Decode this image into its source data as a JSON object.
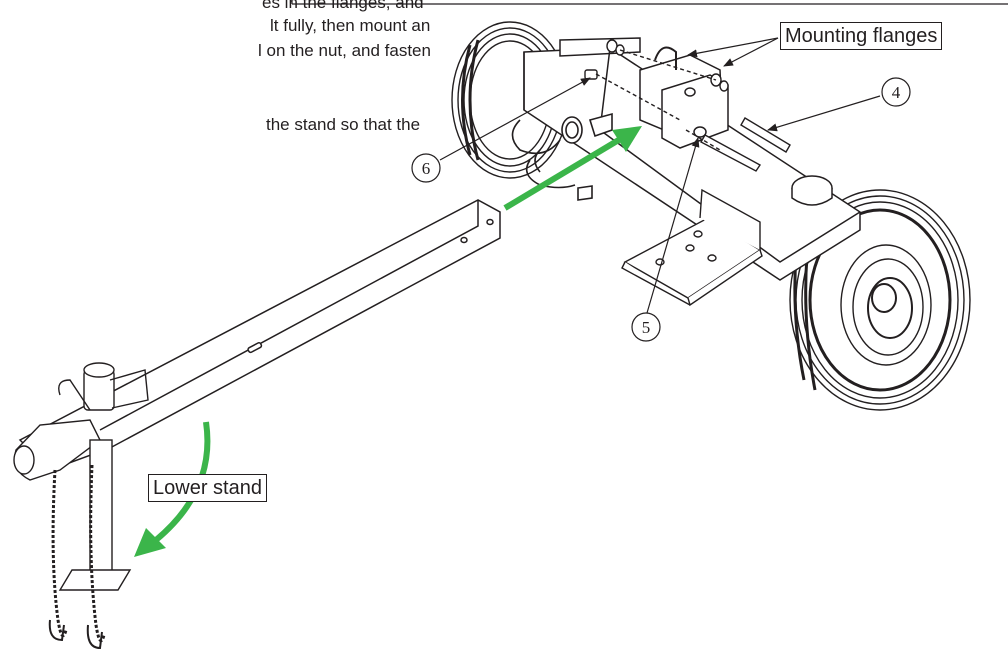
{
  "instructions": {
    "line1": "es in the flanges, and",
    "line2": "lt fully, then mount an",
    "line3": "l on the nut, and fasten",
    "line4": "the stand so that the"
  },
  "callouts": {
    "mounting_flanges": "Mounting flanges",
    "lower_stand": "Lower stand"
  },
  "part_numbers": {
    "bolt": "4",
    "washer": "5",
    "nut": "6"
  },
  "colors": {
    "arrow": "#3bb54a",
    "line": "#231f20"
  }
}
